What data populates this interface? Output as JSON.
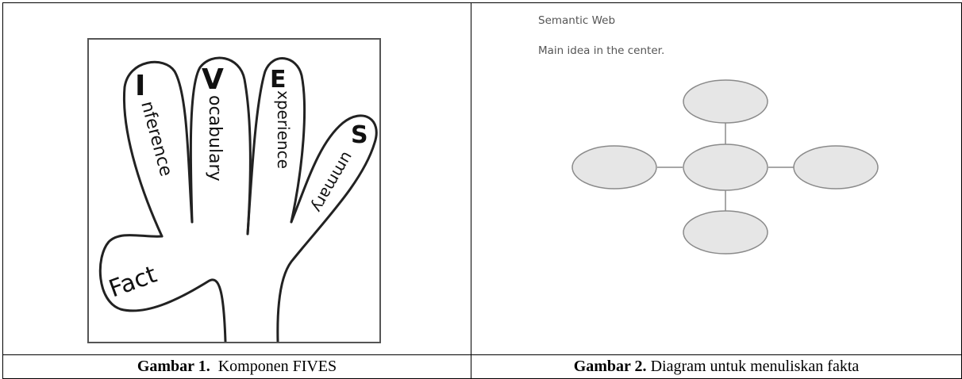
{
  "figure1": {
    "hand_letters": {
      "i": "I",
      "v": "V",
      "e": "E",
      "s": "S"
    },
    "finger_words": {
      "inference": "nference",
      "vocabulary": "ocabulary",
      "experience": "xperience",
      "summary": "ummary",
      "fact": "Fact"
    },
    "caption_bold": "Gambar 1.",
    "caption_text": "  Komponen FIVES"
  },
  "figure2": {
    "title": "Semantic Web",
    "subtitle": "Main idea in the center.",
    "caption_bold": "Gambar 2.",
    "caption_text": " Diagram untuk menuliskan fakta"
  },
  "colors": {
    "ellipse_fill": "#e6e6e6",
    "ellipse_stroke": "#8a8a8a",
    "line": "#8a8a8a",
    "hand_stroke": "#222222"
  }
}
